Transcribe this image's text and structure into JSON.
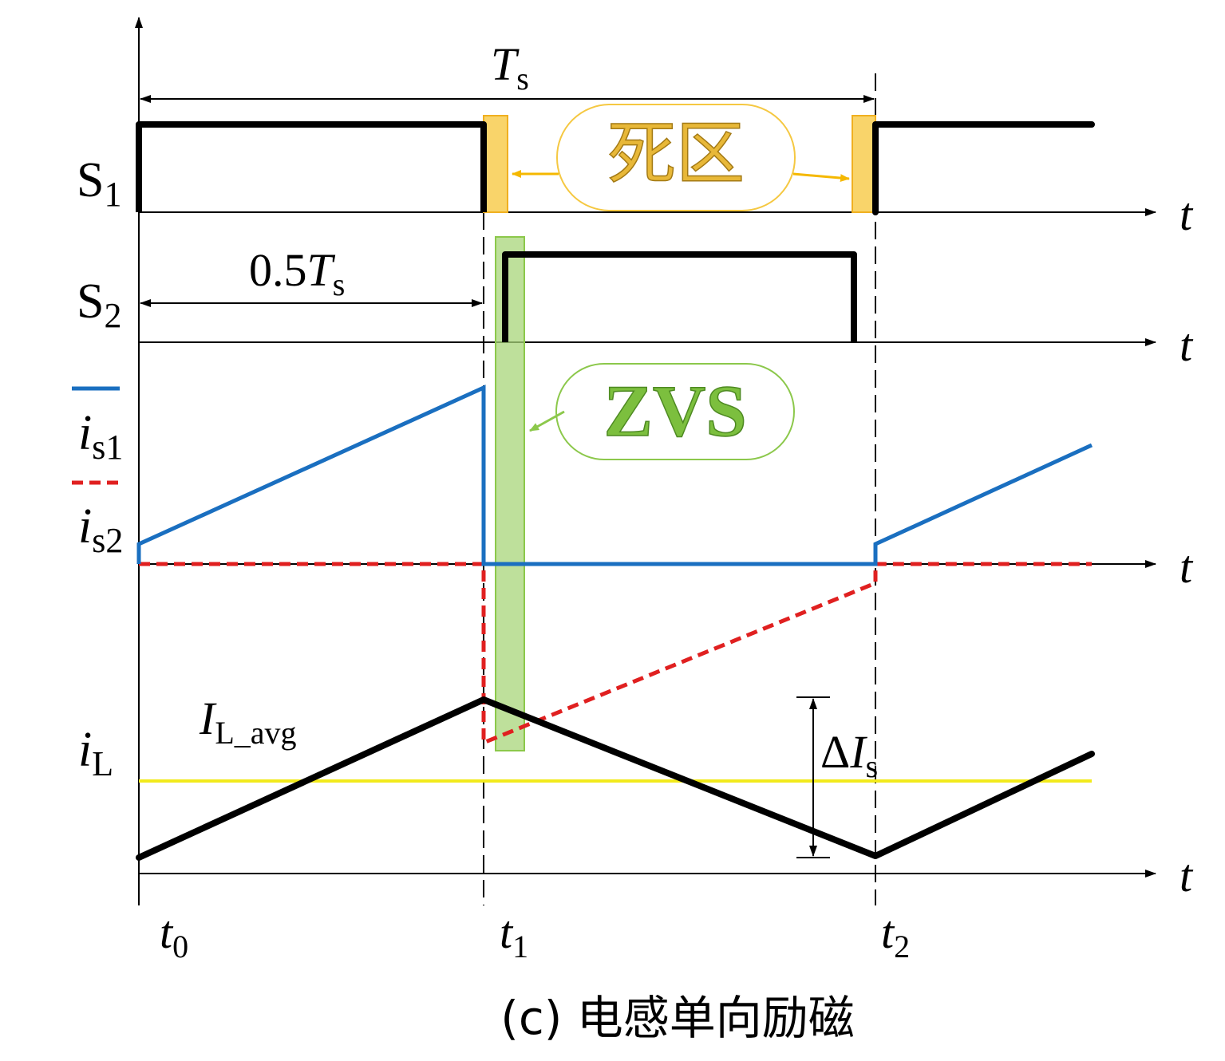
{
  "labels": {
    "ts": {
      "main": "T",
      "sub": "s"
    },
    "half_ts": {
      "prefix": "0.5",
      "main": "T",
      "sub": "s"
    },
    "s1": {
      "main": "S",
      "sub": "1"
    },
    "s2": {
      "main": "S",
      "sub": "2"
    },
    "is1": {
      "main": "i",
      "sub": "s1"
    },
    "is2": {
      "main": "i",
      "sub": "s2"
    },
    "il": {
      "main": "i",
      "sub": "L"
    },
    "il_avg": {
      "main": "I",
      "sub": "L_avg"
    },
    "delta_is": {
      "prefix": "Δ",
      "main": "I",
      "sub": "s"
    },
    "t_axis": "t",
    "t0": {
      "main": "t",
      "sub": "0"
    },
    "t1": {
      "main": "t",
      "sub": "1"
    },
    "t2": {
      "main": "t",
      "sub": "2"
    },
    "dead_zone": "死区",
    "zvs": "ZVS",
    "caption": "(c) 电感单向励磁"
  },
  "colors": {
    "axis": "#000000",
    "signal": "#000000",
    "is1": "#1a6fc0",
    "is2": "#e02020",
    "il_avg": "#f2ea1c",
    "dead_zone": "#f5c842",
    "dead_zone_text": "#c89a1a",
    "zvs": "#8cc84b",
    "zvs_text": "#5fa52a"
  }
}
